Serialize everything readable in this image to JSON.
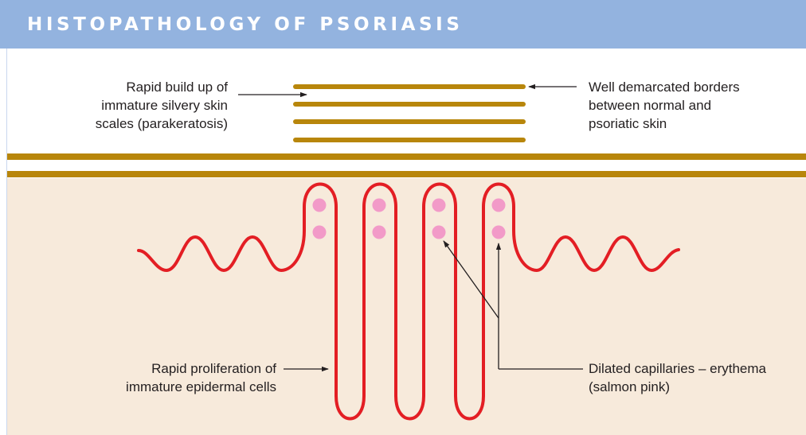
{
  "title": "HISTOPATHOLOGY OF PSORIASIS",
  "labels": {
    "scales": [
      "Rapid build up of",
      "immature silvery skin",
      "scales (parakeratosis)"
    ],
    "borders": [
      "Well demarcated borders",
      "between normal and",
      "psoriatic skin"
    ],
    "proliferation": [
      "Rapid proliferation of",
      "immature epidermal cells"
    ],
    "capillaries": [
      "Dilated capillaries – erythema",
      "(salmon pink)"
    ]
  },
  "colors": {
    "banner": "#93b3df",
    "title_text": "#ffffff",
    "scale_bars": "#b8860b",
    "dermis": "#f7eadb",
    "epidermis_line": "#e31e24",
    "capillary_dots": "#f29ac8",
    "label_text": "#231f20"
  }
}
